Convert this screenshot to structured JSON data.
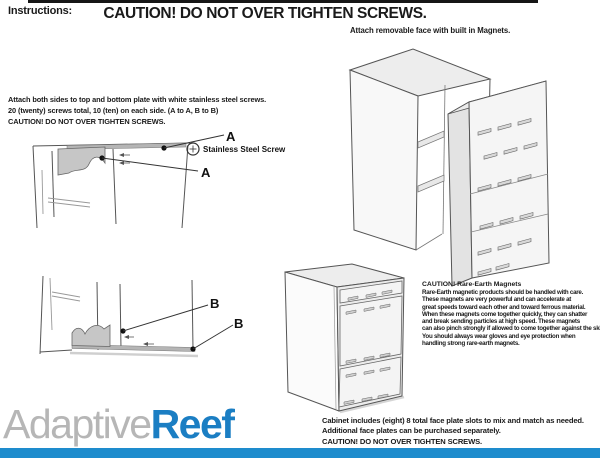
{
  "header": {
    "instructions_label": "Instructions:",
    "title": "CAUTION! DO NOT OVER TIGHTEN SCREWS.",
    "subtitle": "Attach removable face with built in Magnets."
  },
  "left_block": {
    "lines": [
      "Attach both sides to top and bottom plate with white stainless steel screws.",
      "20 (twenty) screws total, 10 (ten) on each side. (A to A, B to B)",
      "CAUTION! DO NOT OVER TIGHTEN SCREWS."
    ]
  },
  "diagram_a": {
    "label_a1": "A",
    "label_a2": "A",
    "screw_legend": "Stainless Steel Screw"
  },
  "diagram_b": {
    "label_b1": "B",
    "label_b2": "B"
  },
  "magnet_caution": {
    "heading": "CAUTION! Rare-Earth Magnets",
    "lines": [
      "Rare-Earth magnetic products should be handled with care.",
      "These magnets are very powerful and can accelerate at",
      "great speeds toward each other and toward ferrous material.",
      "When these magnets come together quickly, they can shatter",
      "and break sending particles at high speed.  These magnets",
      "can also pinch strongly if allowed to come together against the skin.",
      "You should always wear gloves and eye protection when",
      "handling strong rare-earth magnets."
    ]
  },
  "footer": {
    "lines": [
      "Cabinet includes (eight) 8 total face plate slots to mix and match as needed.",
      "Additional face plates can be purchased separately.",
      "CAUTION! DO NOT OVER TIGHTEN SCREWS."
    ],
    "logo_part1": "Adaptive",
    "logo_part2": "Reef"
  },
  "colors": {
    "accent_blue": "#1e8ccd",
    "logo_gray": "#b6b6b6",
    "logo_blue": "#1b7ec3",
    "line_gray": "#555555",
    "bracket_gray": "#c6c6c6"
  }
}
